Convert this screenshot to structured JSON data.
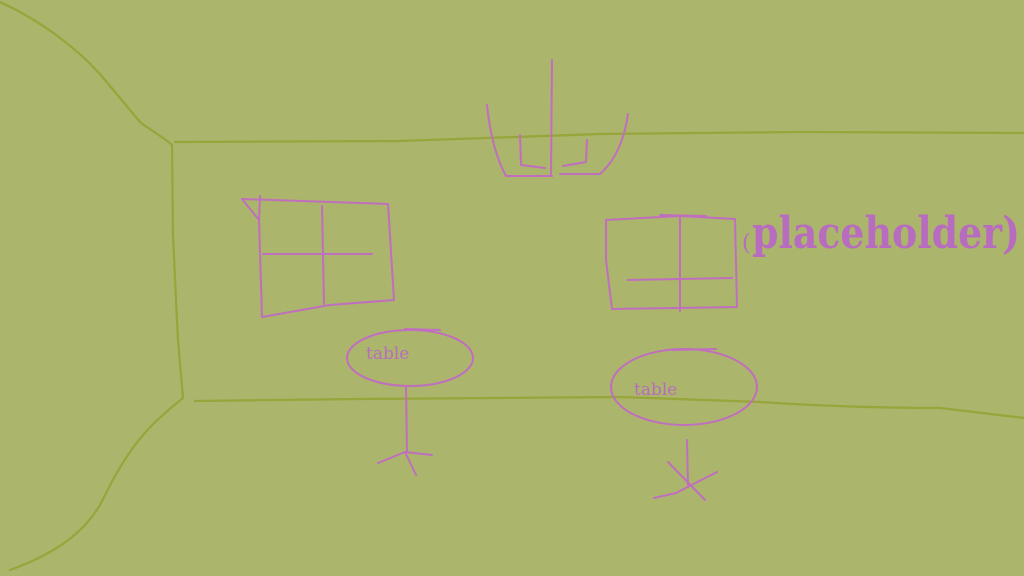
{
  "labels": {
    "table_left": "table",
    "table_right": "table",
    "placeholder_open": "(",
    "placeholder_text": "placeholder)"
  },
  "colors": {
    "background": "#abb56b",
    "wall_lines": "#97a53a",
    "sketch_ink": "#c06fbf"
  }
}
